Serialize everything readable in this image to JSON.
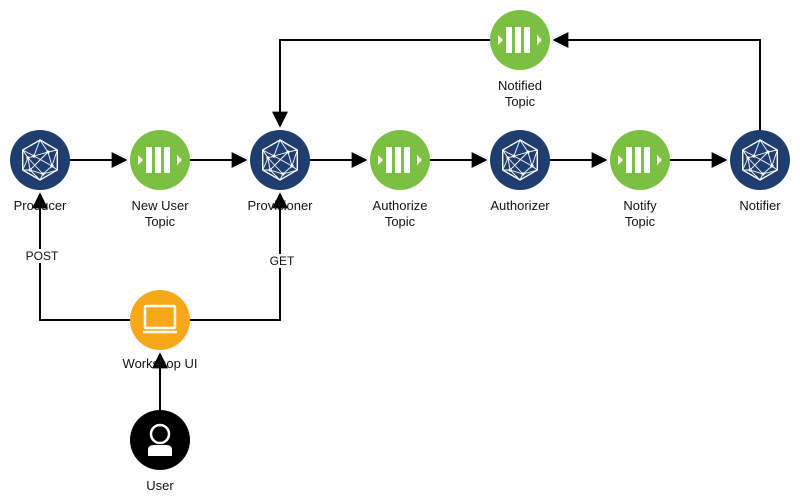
{
  "nodes": {
    "producer": {
      "label": "Producer",
      "kind": "service"
    },
    "new_user_topic": {
      "label": "New User\nTopic",
      "kind": "topic"
    },
    "provisioner": {
      "label": "Provisioner",
      "kind": "service"
    },
    "authorize_topic": {
      "label": "Authorize\nTopic",
      "kind": "topic"
    },
    "authorizer": {
      "label": "Authorizer",
      "kind": "service"
    },
    "notify_topic": {
      "label": "Notify\nTopic",
      "kind": "topic"
    },
    "notifier": {
      "label": "Notifier",
      "kind": "service"
    },
    "notified_topic": {
      "label": "Notified\nTopic",
      "kind": "topic"
    },
    "workshop_ui": {
      "label": "Workshop UI",
      "kind": "ui"
    },
    "user": {
      "label": "User",
      "kind": "user"
    }
  },
  "edges": {
    "post": "POST",
    "get": "GET"
  },
  "colors": {
    "service": "#1f3d6e",
    "topic": "#7ac143",
    "ui": "#f7a818",
    "user": "#000000",
    "line": "#000000"
  },
  "icons": {
    "service": "hexagon-network-icon",
    "topic": "queue-icon",
    "ui": "monitor-icon",
    "user": "user-icon"
  }
}
